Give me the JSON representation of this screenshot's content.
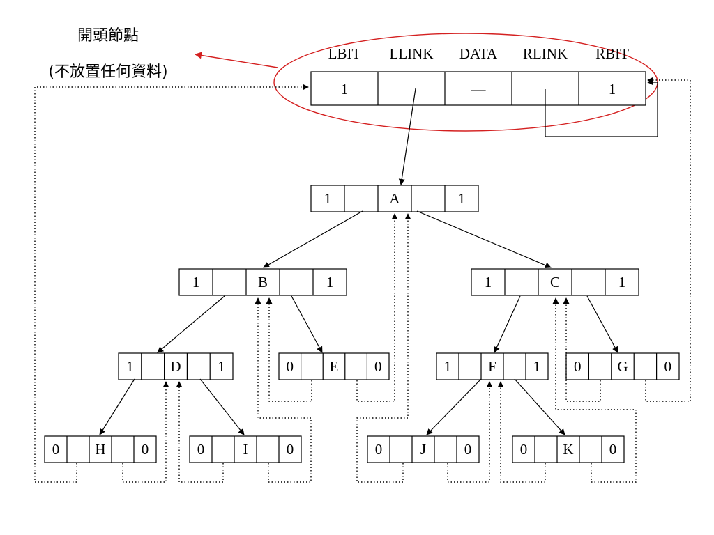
{
  "header_note": {
    "line1": "開頭節點",
    "line2": "(不放置任何資料)"
  },
  "field_labels": [
    "LBIT",
    "LLINK",
    "DATA",
    "RLINK",
    "RBIT"
  ],
  "head_node": {
    "lbit": "1",
    "llink": "",
    "data": "—",
    "rlink": "",
    "rbit": "1"
  },
  "nodes": [
    {
      "id": "A",
      "lbit": "1",
      "rbit": "1"
    },
    {
      "id": "B",
      "lbit": "1",
      "rbit": "1"
    },
    {
      "id": "C",
      "lbit": "1",
      "rbit": "1"
    },
    {
      "id": "D",
      "lbit": "1",
      "rbit": "1"
    },
    {
      "id": "E",
      "lbit": "0",
      "rbit": "0"
    },
    {
      "id": "F",
      "lbit": "1",
      "rbit": "1"
    },
    {
      "id": "G",
      "lbit": "0",
      "rbit": "0"
    },
    {
      "id": "H",
      "lbit": "0",
      "rbit": "0"
    },
    {
      "id": "I",
      "lbit": "0",
      "rbit": "0"
    },
    {
      "id": "J",
      "lbit": "0",
      "rbit": "0"
    },
    {
      "id": "K",
      "lbit": "0",
      "rbit": "0"
    }
  ],
  "colors": {
    "highlight": "#d42020",
    "line": "#000000"
  }
}
